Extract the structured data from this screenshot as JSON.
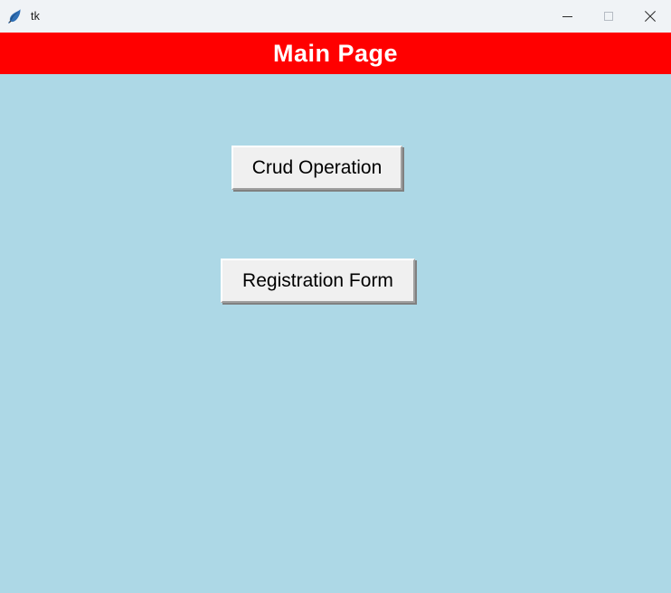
{
  "window": {
    "title": "tk",
    "icon": "feather-quill-icon",
    "background_color": "#add8e6",
    "titlebar_color": "#f0f3f6",
    "controls": {
      "minimize_label": "Minimize",
      "maximize_label": "Maximize",
      "close_label": "Close"
    }
  },
  "banner": {
    "title": "Main Page",
    "background_color": "#ff0000",
    "text_color": "#ffffff"
  },
  "buttons": [
    {
      "id": "crud-operation",
      "label": "Crud Operation",
      "face_color": "#f0f0f0",
      "text_color": "#000000"
    },
    {
      "id": "registration-form",
      "label": "Registration Form",
      "face_color": "#f0f0f0",
      "text_color": "#000000"
    }
  ]
}
